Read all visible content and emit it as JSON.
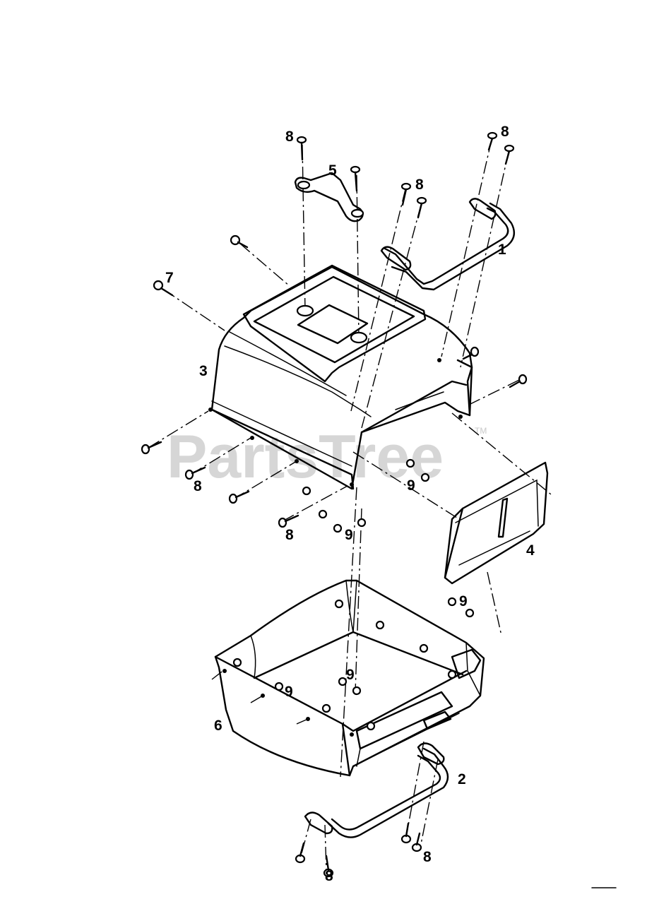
{
  "watermark": {
    "text": "PartsTree",
    "trademark": "TM"
  },
  "callouts": {
    "c1": "1",
    "c2": "2",
    "c3": "3",
    "c4": "4",
    "c5": "5",
    "c6": "6",
    "c7": "7",
    "c8a": "8",
    "c8b": "8",
    "c8c": "8",
    "c8d": "8",
    "c8e": "8",
    "c8f": "8",
    "c8g": "8",
    "c9a": "9",
    "c9b": "9",
    "c9c": "9",
    "c9d": "9",
    "c9e": "9"
  },
  "colors": {
    "line": "#000000",
    "watermark": "#c9c9c9",
    "background": "#ffffff"
  }
}
